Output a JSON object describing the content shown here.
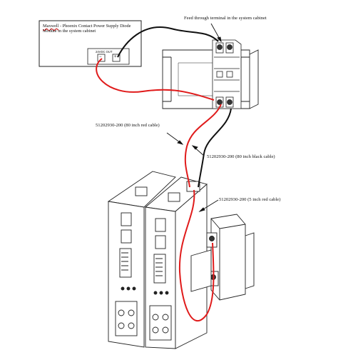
{
  "supply_box": {
    "brand": "Maxwell",
    "description": " - Phoenix Contact Power Supply Diode Module in the system cabinet",
    "output_label": "24VDC OUT",
    "minus_terminal": "−",
    "plus_terminal": "+"
  },
  "callouts": {
    "feed_through": "Feed through terminal in the system cabinet",
    "red_cable_80": "51202930-200 (80 inch red cable)",
    "black_cable_80": "51202930-200 (80 inch black cable)",
    "red_cable_5": "51202930-200 (5 inch red cable)"
  },
  "colors": {
    "red_wire": "#e01b1b",
    "black_wire": "#111111",
    "outline": "#222222"
  }
}
